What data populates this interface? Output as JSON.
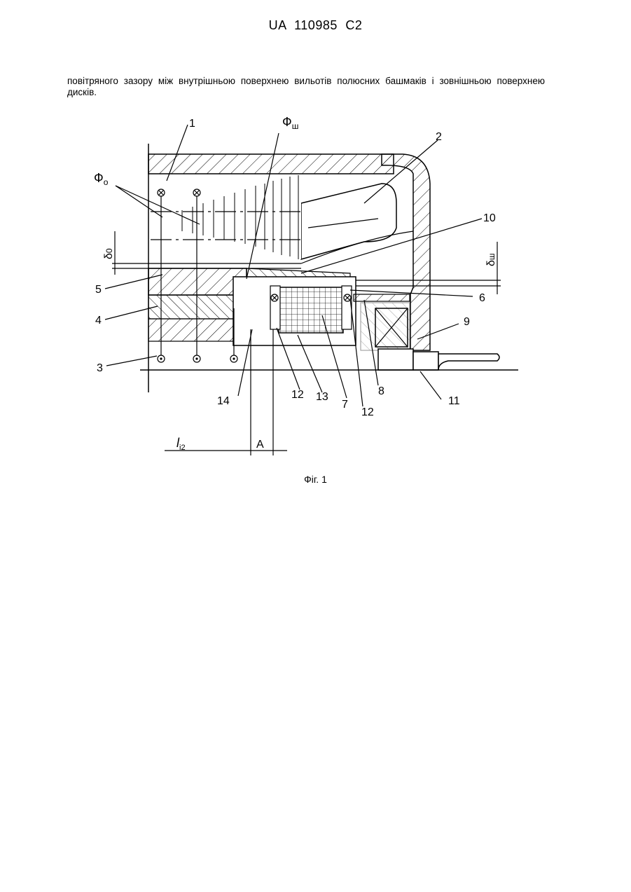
{
  "header": {
    "doc_id": "UA 110985 C2"
  },
  "text": {
    "paragraph": "повітряного зазору між внутрішньою поверхнею вильотів полюсних башмаків і зовнішньою поверхнею дисків."
  },
  "figure": {
    "caption": "Фіг. 1",
    "labels": {
      "l1": "1",
      "l2": "2",
      "l3": "3",
      "l4": "4",
      "l5": "5",
      "l6": "6",
      "l7": "7",
      "l8": "8",
      "l9": "9",
      "l10": "10",
      "l11": "11",
      "l12a": "12",
      "l12b": "12",
      "l13": "13",
      "l14": "14",
      "phi_o_main": "Ф",
      "phi_o_sub": "о",
      "phi_sh_main": "Ф",
      "phi_sh_sub": "ш",
      "delta_0_main": "δ",
      "delta_0_sub": "0",
      "delta_sh_main": "δ",
      "delta_sh_sub": "ш",
      "li2_main": "l",
      "li2_sub": "i2",
      "dim_a": "A"
    }
  }
}
